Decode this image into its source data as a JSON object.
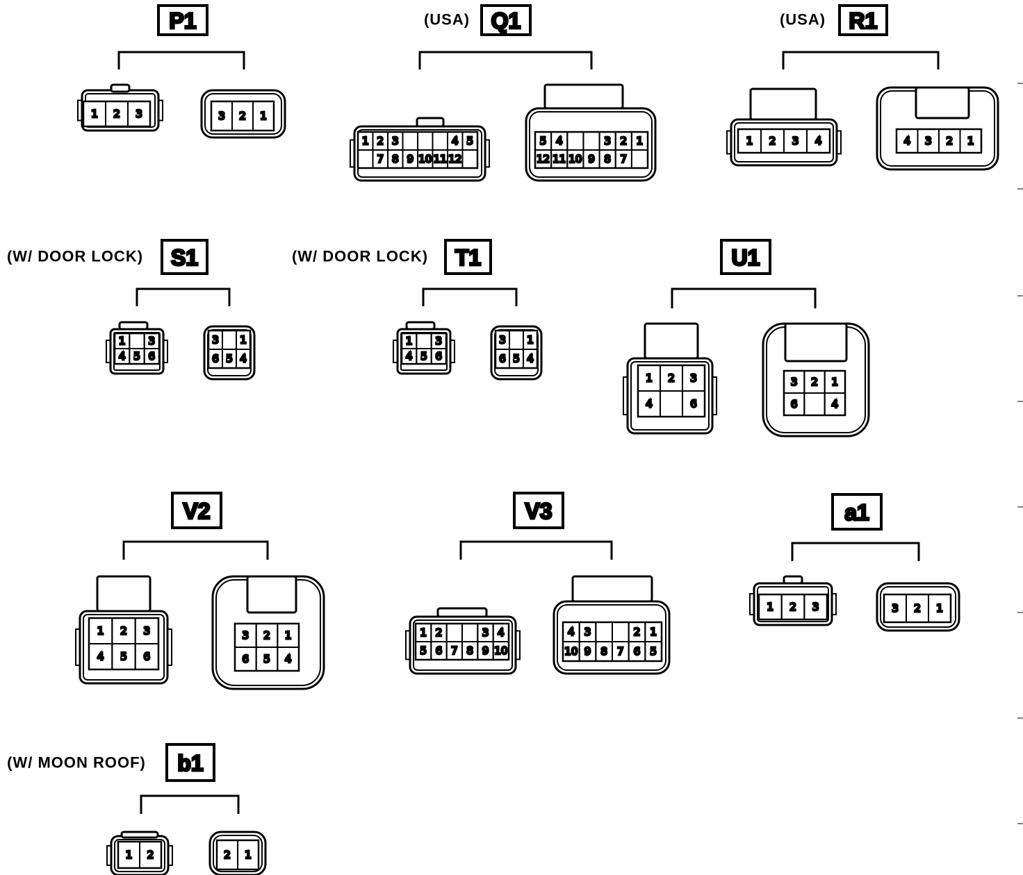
{
  "connectors": [
    {
      "id": "P1",
      "note": "",
      "male_pins": [
        [
          "1",
          "2",
          "3"
        ]
      ],
      "female_pins": [
        [
          "3",
          "2",
          "1"
        ]
      ]
    },
    {
      "id": "Q1",
      "note": "(USA)",
      "male_pins": [
        [
          "1",
          "2",
          "3",
          "",
          "",
          "",
          "4",
          "5"
        ],
        [
          "",
          "7",
          "8",
          "9",
          "10",
          "11",
          "12"
        ]
      ],
      "female_pins": [
        [
          "5",
          "4",
          "",
          "",
          "3",
          "2",
          "1"
        ],
        [
          "12",
          "11",
          "10",
          "9",
          "8",
          "7"
        ]
      ]
    },
    {
      "id": "R1",
      "note": "(USA)",
      "male_pins": [
        [
          "1",
          "2",
          "3",
          "4"
        ]
      ],
      "female_pins": [
        [
          "4",
          "3",
          "2",
          "1"
        ]
      ]
    },
    {
      "id": "S1",
      "note": "(W/ DOOR LOCK)",
      "male_pins": [
        [
          "1",
          "",
          "3"
        ],
        [
          "4",
          "5",
          "6"
        ]
      ],
      "female_pins": [
        [
          "3",
          "",
          "1"
        ],
        [
          "6",
          "5",
          "4"
        ]
      ]
    },
    {
      "id": "T1",
      "note": "(W/ DOOR LOCK)",
      "male_pins": [
        [
          "1",
          "",
          "3"
        ],
        [
          "4",
          "5",
          "6"
        ]
      ],
      "female_pins": [
        [
          "3",
          "",
          "1"
        ],
        [
          "6",
          "5",
          "4"
        ]
      ]
    },
    {
      "id": "U1",
      "note": "",
      "male_pins": [
        [
          "1",
          "2",
          "3"
        ],
        [
          "4",
          "",
          "6"
        ]
      ],
      "female_pins": [
        [
          "3",
          "2",
          "1"
        ],
        [
          "6",
          "",
          "4"
        ]
      ]
    },
    {
      "id": "V2",
      "note": "",
      "male_pins": [
        [
          "1",
          "2",
          "3"
        ],
        [
          "4",
          "5",
          "6"
        ]
      ],
      "female_pins": [
        [
          "3",
          "2",
          "1"
        ],
        [
          "6",
          "5",
          "4"
        ]
      ]
    },
    {
      "id": "V3",
      "note": "",
      "male_pins": [
        [
          "1",
          "2",
          "",
          "",
          "3",
          "4"
        ],
        [
          "5",
          "6",
          "7",
          "8",
          "9",
          "10"
        ]
      ],
      "female_pins": [
        [
          "4",
          "3",
          "",
          "",
          "2",
          "1"
        ],
        [
          "10",
          "9",
          "8",
          "7",
          "6",
          "5"
        ]
      ]
    },
    {
      "id": "a1",
      "note": "",
      "male_pins": [
        [
          "1",
          "2",
          "3"
        ]
      ],
      "female_pins": [
        [
          "3",
          "2",
          "1"
        ]
      ]
    },
    {
      "id": "b1",
      "note": "(W/ MOON ROOF)",
      "male_pins": [
        [
          "1",
          "2"
        ]
      ],
      "female_pins": [
        [
          "2",
          "1"
        ]
      ]
    }
  ]
}
